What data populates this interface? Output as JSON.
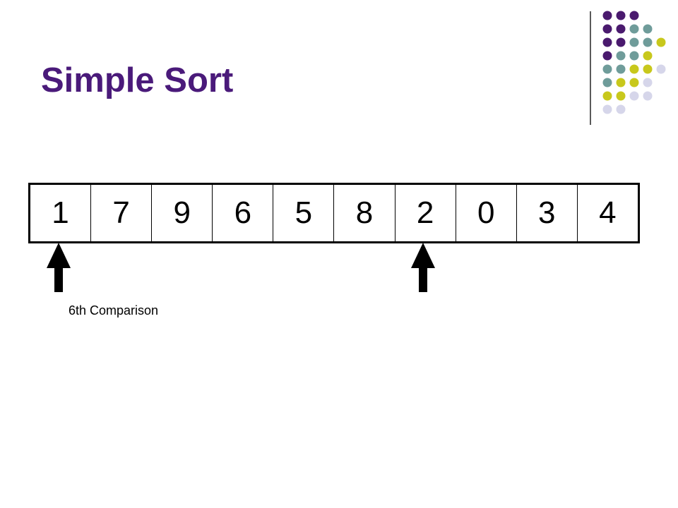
{
  "slide": {
    "title": "Simple Sort",
    "caption": "6th Comparison"
  },
  "array": {
    "values": [
      "1",
      "7",
      "9",
      "6",
      "5",
      "8",
      "2",
      "0",
      "3",
      "4"
    ]
  },
  "pointers": {
    "indices": [
      0,
      6
    ],
    "icon": "up-arrow-icon"
  },
  "decoration": {
    "colors": {
      "purple": "#4a1a6e",
      "teal": "#6f9c9a",
      "lime": "#c8c81c",
      "lavender": "#d6d6ea"
    },
    "rows": [
      [
        "purple",
        "purple",
        "purple",
        "",
        ""
      ],
      [
        "purple",
        "purple",
        "teal",
        "teal",
        ""
      ],
      [
        "purple",
        "purple",
        "teal",
        "teal",
        "lime"
      ],
      [
        "purple",
        "teal",
        "teal",
        "lime",
        ""
      ],
      [
        "teal",
        "teal",
        "lime",
        "lime",
        "lavender"
      ],
      [
        "teal",
        "lime",
        "lime",
        "lavender",
        ""
      ],
      [
        "lime",
        "lime",
        "lavender",
        "lavender",
        ""
      ],
      [
        "lavender",
        "lavender",
        "",
        "",
        ""
      ]
    ]
  },
  "colors": {
    "title": "#4a1a7a",
    "arrow": "#000000"
  }
}
